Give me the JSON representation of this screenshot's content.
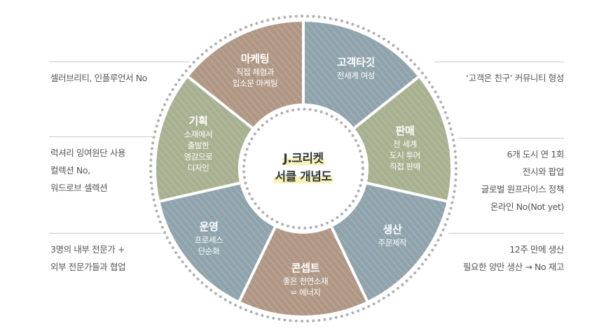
{
  "diagram": {
    "type": "circular-concept-wheel",
    "center": {
      "title_line1": "J.크리켓",
      "title_line2": "서클 개념도"
    },
    "colors": {
      "brown": "#b09785",
      "blue": "#8fa3ac",
      "green": "#a7b08f",
      "dots": "#b0b0b0",
      "highlight": "#fbf0b8",
      "note_text": "#555555",
      "center_text": "#2f3a35"
    },
    "segments": [
      {
        "id": "target",
        "title": "고객타깃",
        "desc": [
          "전세계 여성"
        ],
        "color": "blue"
      },
      {
        "id": "sales",
        "title": "판매",
        "desc": [
          "전 세계",
          "도시 투어",
          "직접 판매"
        ],
        "color": "green"
      },
      {
        "id": "production",
        "title": "생산",
        "desc": [
          "주문제작"
        ],
        "color": "blue"
      },
      {
        "id": "concept",
        "title": "콘셉트",
        "desc": [
          "좋은 천연소재",
          "= 에너지"
        ],
        "color": "brown"
      },
      {
        "id": "operation",
        "title": "운영",
        "desc": [
          "프로세스",
          "단순화"
        ],
        "color": "blue"
      },
      {
        "id": "planning",
        "title": "기획",
        "desc": [
          "소재에서",
          "출발한",
          "영감으로",
          "디자인"
        ],
        "color": "green"
      },
      {
        "id": "marketing",
        "title": "마케팅",
        "desc": [
          "직접 체험과",
          "입소문 마케팅"
        ],
        "color": "brown"
      }
    ],
    "notes": {
      "marketing": [
        "셀러브리티, 인플루언서 No"
      ],
      "planning": [
        "럭셔리 잉여원단 사용",
        "컬렉션 No,",
        "워드로브 셀렉션"
      ],
      "operation": [
        "3명의 내부 전문가 +",
        "외부 전문가들과 협업"
      ],
      "target": [
        "‘고객은 친구’ 커뮤니티 형성"
      ],
      "sales": [
        "6개 도시 연 1회",
        "전시와 팝업",
        "글로벌 원프라이스 정책",
        "온라인 No(Not yet)"
      ],
      "production": [
        "12주 만에 생산",
        "필요한 양만 생산 → No 재고"
      ]
    }
  }
}
